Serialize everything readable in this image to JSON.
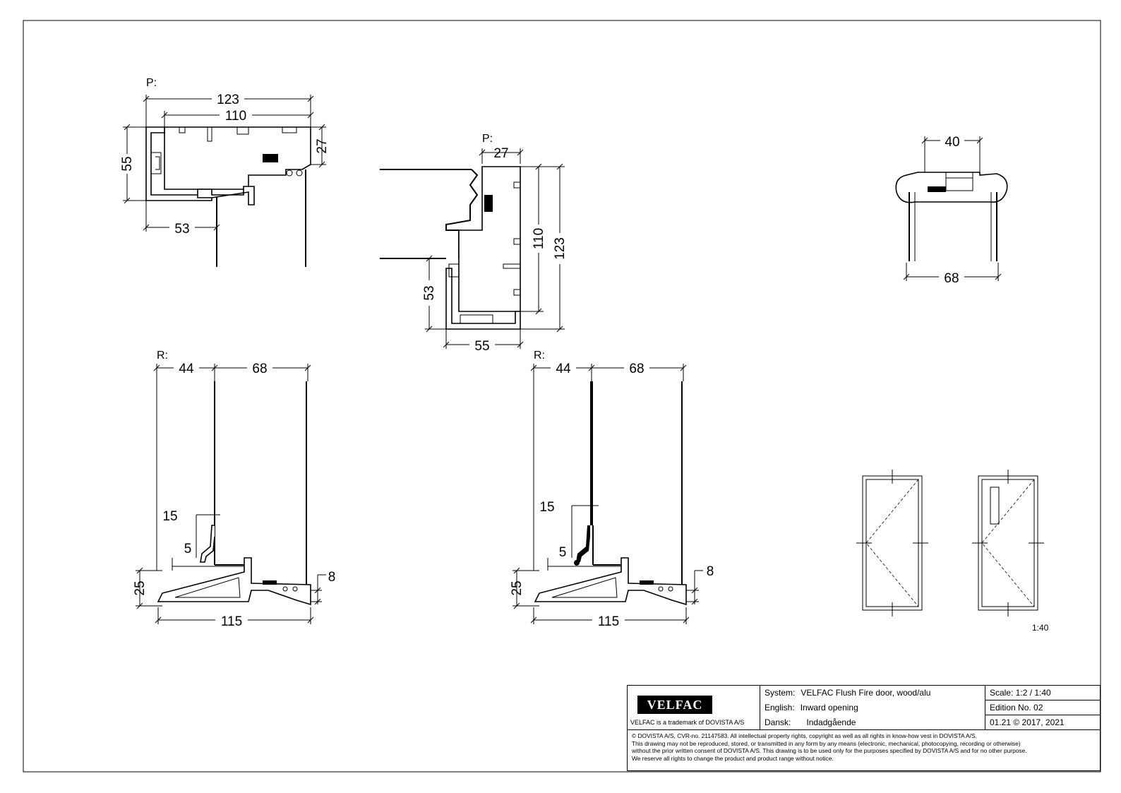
{
  "section_labels": {
    "head_left": "P:",
    "jamb_mid": "P:",
    "sill_left": "R:",
    "sill_right": "R:"
  },
  "dimensions": {
    "head_123": "123",
    "head_110": "110",
    "head_27": "27",
    "head_55": "55",
    "head_53": "53",
    "jamb_27": "27",
    "jamb_110": "110",
    "jamb_123": "123",
    "jamb_53": "53",
    "jamb_55": "55",
    "mullion_40": "40",
    "mullion_68": "68",
    "sillL_44": "44",
    "sillL_68": "68",
    "sillL_15": "15",
    "sillL_5": "5",
    "sillL_25": "25",
    "sillL_8": "8",
    "sillL_115": "115",
    "sillR_44": "44",
    "sillR_68": "68",
    "sillR_15": "15",
    "sillR_5": "5",
    "sillR_25": "25",
    "sillR_8": "8",
    "sillR_115": "115"
  },
  "elevation_scale": "1:40",
  "title_block": {
    "logo": "VELFAC",
    "trademark": "VELFAC is a trademark of DOVISTA A/S",
    "system_key": "System:",
    "system_val": "VELFAC Flush Fire door, wood/alu",
    "english_key": "English:",
    "english_val": "Inward opening",
    "dansk_key": "Dansk:",
    "dansk_val": "Indadgående",
    "scale": "Scale: 1:2 / 1:40",
    "edition": "Edition No. 02",
    "date": "01.21 © 2017, 2021",
    "copyright": [
      "© DOVISTA A/S, CVR-no. 21147583. All intellectual property rights, copyright as well as all rights in know-how vest in DOVISTA A/S.",
      "This drawing may not be reproduced, stored, or transmitted in any form by any means (electronic, mechanical, photocopying, recording or otherwise)",
      "without the prior written consent of DOVISTA A/S. This drawing is to be used only for the purposes specified by DOVISTA A/S and for no other purpose.",
      "We reserve all rights to change the product and product range without notice."
    ]
  }
}
